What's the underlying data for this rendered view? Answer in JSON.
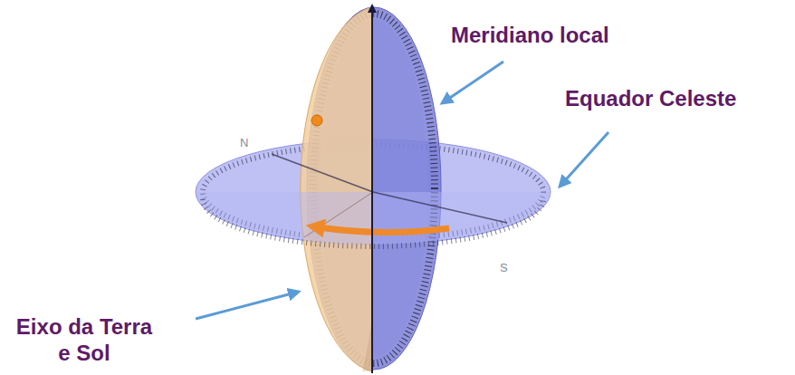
{
  "diagram": {
    "labels": [
      "Meridiano local",
      "Equador Celeste",
      "Eixo da Terra e Sol",
      "N",
      "S"
    ]
  }
}
